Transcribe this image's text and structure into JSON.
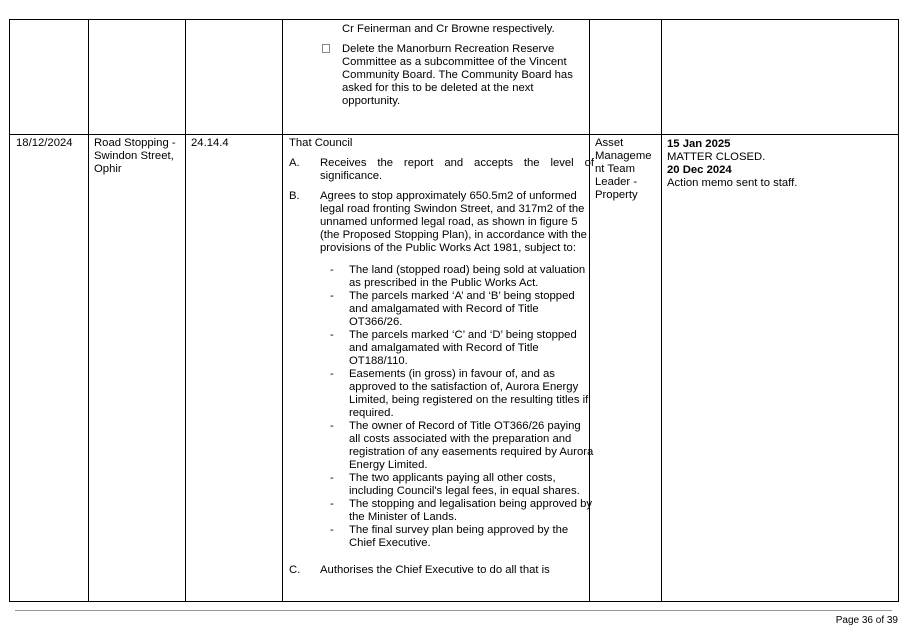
{
  "top_row": {
    "continuation_text": "Cr Feinerman and Cr Browne respectively.",
    "bullet_text": "Delete the Manorburn Recreation Reserve Committee as a subcommittee of the Vincent Community Board. The Community Board has asked for this to be deleted at the next opportunity."
  },
  "row": {
    "date": "18/12/2024",
    "item": "Road Stopping - Swindon Street, Ophir",
    "ref": "24.14.4",
    "resolution_intro": "That Council",
    "paragraphs": [
      {
        "letter": "A.",
        "text": "Receives the report and accepts the level of significance."
      },
      {
        "letter": "B.",
        "text": "Agrees to stop approximately 650.5m2 of unformed legal road fronting Swindon Street, and 317m2 of the unnamed unformed legal road, as shown in figure 5 (the Proposed Stopping Plan), in accordance with the provisions of the Public Works Act 1981, subject to:"
      },
      {
        "letter": "C.",
        "text": "Authorises the Chief Executive to do all that is"
      }
    ],
    "conditions": [
      "The land (stopped road) being sold at valuation as prescribed in the Public Works Act.",
      "The parcels marked ‘A’ and ‘B’ being stopped and amalgamated with Record of Title OT366/26.",
      "The parcels marked ‘C’ and ‘D’ being stopped and amalgamated with Record of Title OT188/110.",
      "Easements (in gross) in favour of, and as approved to the satisfaction of, Aurora Energy Limited, being registered on the resulting titles if required.",
      "The owner of Record of Title OT366/26 paying all costs associated with the preparation and registration of any easements required by Aurora Energy Limited.",
      "The two applicants paying all other costs, including Council's legal fees, in equal shares.",
      "The stopping and legalisation being approved by the Minister of Lands.",
      "The final survey plan being approved by the Chief Executive."
    ],
    "responsible": "Asset Manageme nt Team Leader - Property",
    "updates": [
      {
        "date": "15 Jan 2025",
        "note": "MATTER CLOSED."
      },
      {
        "date": "20 Dec 2024",
        "note": "Action memo sent to staff."
      }
    ]
  },
  "footer": {
    "page": "Page 36 of 39"
  }
}
